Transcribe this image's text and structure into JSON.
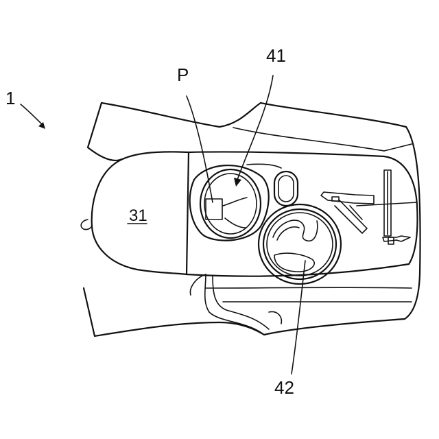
{
  "figure": {
    "labels": {
      "device": "1",
      "pocket": "P",
      "lid_open": "41",
      "lid_closed": "42",
      "body_panel": "31"
    }
  }
}
